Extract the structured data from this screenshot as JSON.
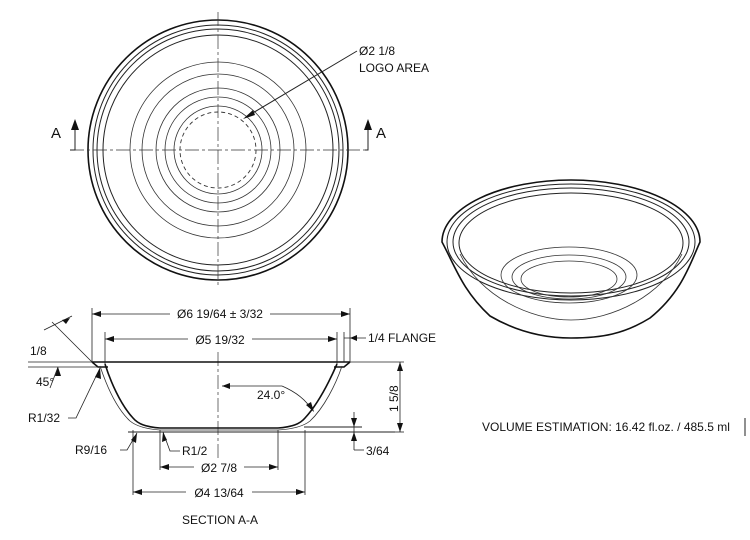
{
  "top_view": {
    "section_mark_left": "A",
    "section_mark_right": "A",
    "logo_diameter": "Ø2 1/8",
    "logo_area": "LOGO AREA"
  },
  "section_view": {
    "title": "SECTION A-A",
    "overall_diameter": "Ø6 19/64 ± 3/32",
    "inner_diameter": "Ø5 19/32",
    "flange": "1/4 FLANGE",
    "chamfer": "1/8",
    "chamfer_angle": "45°",
    "rim_radius": "R1/32",
    "wall_angle": "24.0°",
    "height": "1 5/8",
    "base_step": "3/64",
    "foot_radius": "R9/16",
    "base_radius": "R1/2",
    "base_inner_diameter": "Ø2 7/8",
    "base_outer_diameter": "Ø4 13/64"
  },
  "volume": {
    "text": "VOLUME ESTIMATION: 16.42 fl.oz. / 485.5 ml"
  }
}
